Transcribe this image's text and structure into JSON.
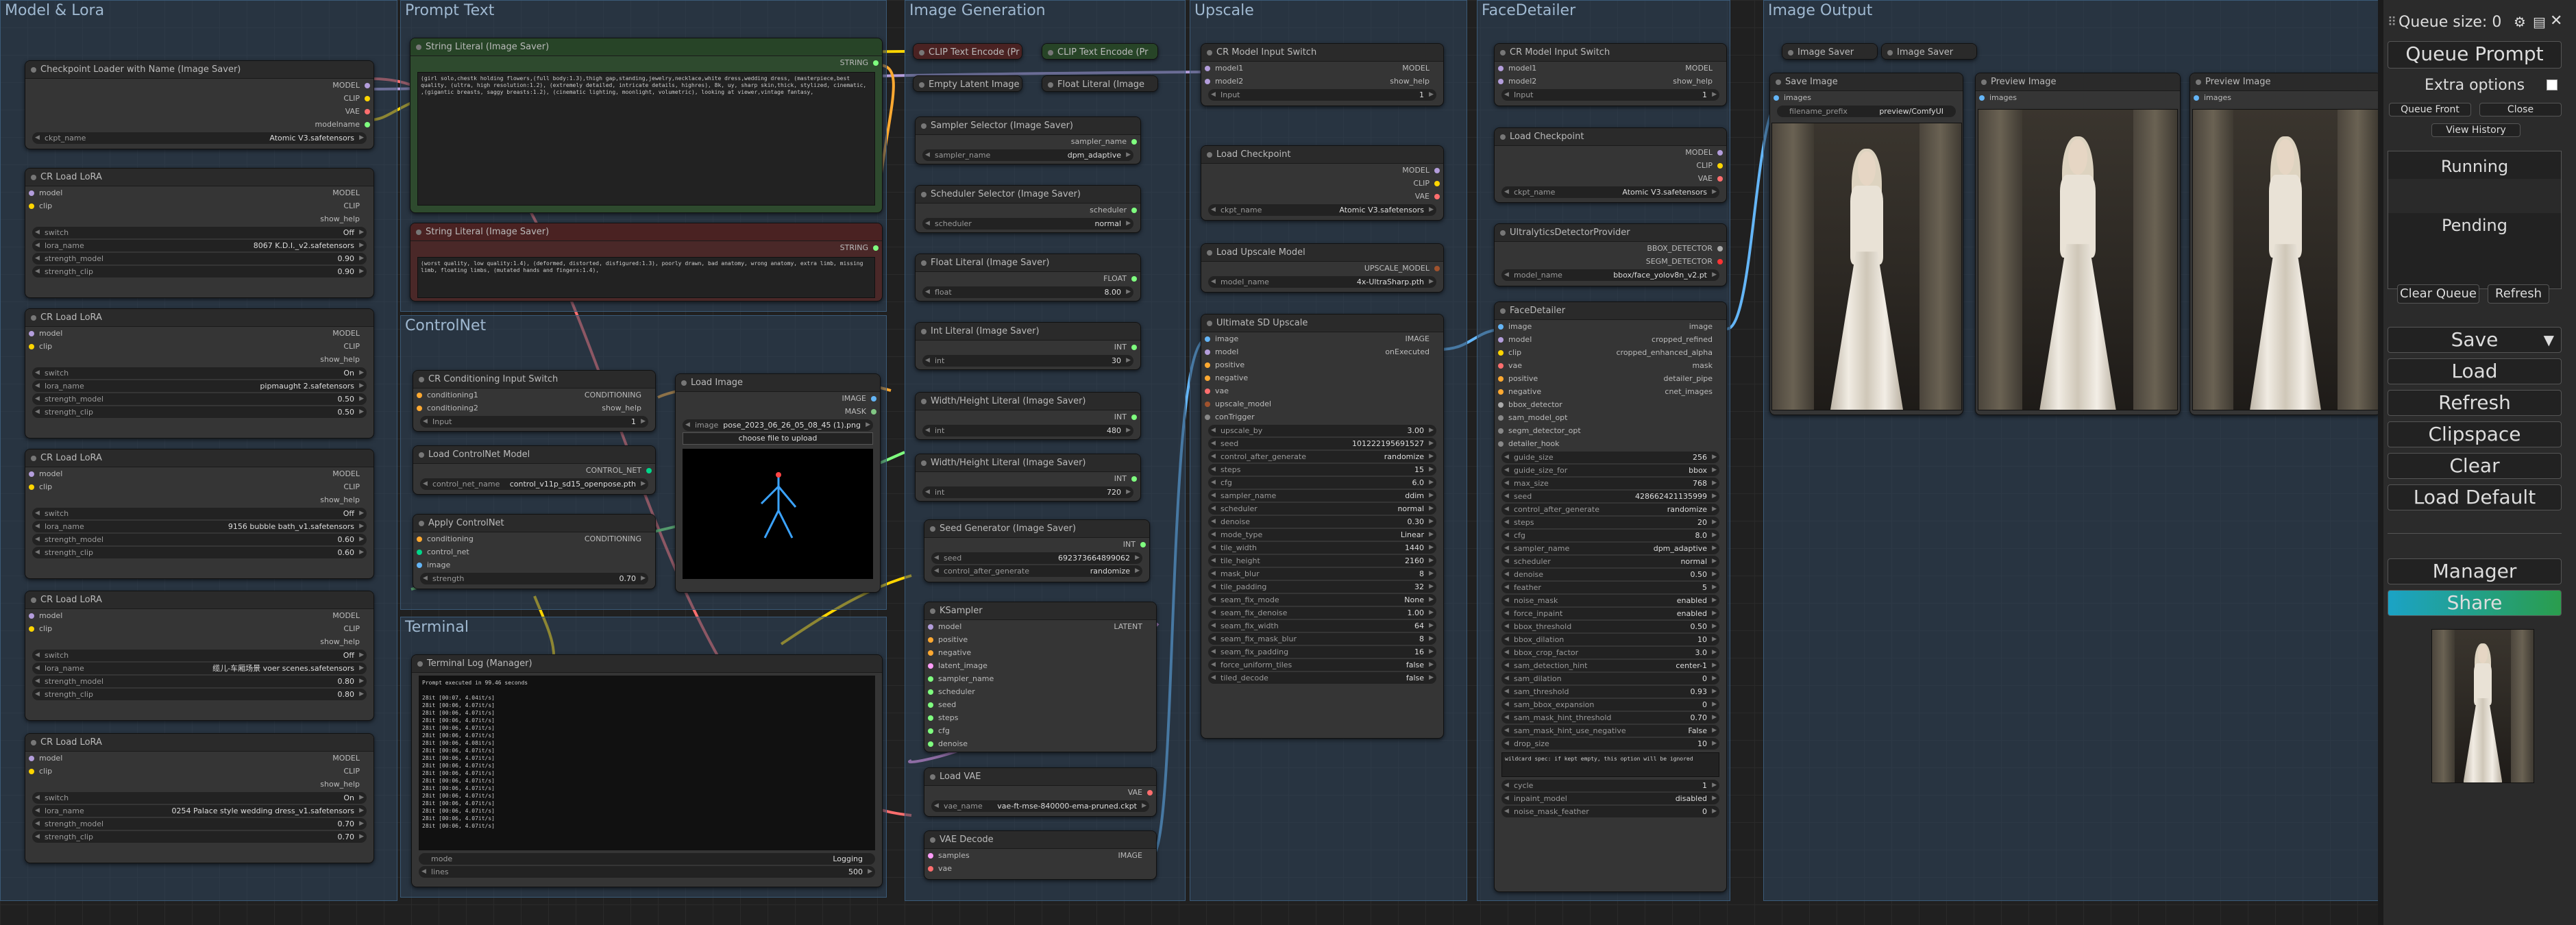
{
  "groups": {
    "model": "Model & Lora",
    "prompt": "Prompt Text",
    "controlnet": "ControlNet",
    "terminal": "Terminal",
    "imagegen": "Image Generation",
    "upscale": "Upscale",
    "facedetailer": "FaceDetailer",
    "output": "Image Output"
  },
  "ckpt_loader": {
    "title": "Checkpoint Loader with Name (Image Saver)",
    "out": [
      "MODEL",
      "CLIP",
      "VAE",
      "modelname"
    ],
    "ckpt_label": "ckpt_name",
    "ckpt_value": "Atomic V3.safetensors"
  },
  "loras": [
    {
      "title": "CR Load LoRA",
      "switch": "Off",
      "lora": "8067 K.D.I._v2.safetensors",
      "sm": "0.90",
      "sc": "0.90"
    },
    {
      "title": "CR Load LoRA",
      "switch": "On",
      "lora": "pipmaught 2.safetensors",
      "sm": "0.50",
      "sc": "0.50"
    },
    {
      "title": "CR Load LoRA",
      "switch": "Off",
      "lora": "9156 bubble bath_v1.safetensors",
      "sm": "0.60",
      "sc": "0.60"
    },
    {
      "title": "CR Load LoRA",
      "switch": "Off",
      "lora": "缆儿-车厢场景 voer scenes.safetensors",
      "sm": "0.80",
      "sc": "0.80"
    },
    {
      "title": "CR Load LoRA",
      "switch": "On",
      "lora": "0254 Palace style wedding dress_v1.safetensors",
      "sm": "0.70",
      "sc": "0.70"
    }
  ],
  "lora_labels": {
    "model": "model",
    "clip": "clip",
    "model_out": "MODEL",
    "clip_out": "CLIP",
    "show_help": "show_help",
    "switch": "switch",
    "lora_name": "lora_name",
    "sm": "strength_model",
    "sc": "strength_clip"
  },
  "pos_prompt": {
    "title": "String Literal (Image Saver)",
    "out": "STRING",
    "text": "(girl solo,chestk holding flowers,(full body:1.3),thigh gap,standing,jewelry,necklace,white dress,wedding dress,  (masterpiece,best quality, (ultra, high resolution:1.2), (extremely detailed, intricate details, highres), 8k, uy, sharp skin,thick, stylized, cinematic, ,(gigantic breasts, saggy breasts:1.2), (cinematic lighting, moonlight, volumetric), looking at viewer,vintage fantasy,"
  },
  "neg_prompt": {
    "title": "String Literal (Image Saver)",
    "out": "STRING",
    "text": "(worst quality, low quality:1.4), (deformed, distorted, disfigured:1.3), poorly drawn, bad anatomy, wrong anatomy, extra limb, missing limb, floating limbs, (mutated hands and fingers:1.4),"
  },
  "cn_switch": {
    "title": "CR Conditioning Input Switch",
    "in1": "conditioning1",
    "in2": "conditioning2",
    "out": "CONDITIONING",
    "help": "show_help",
    "input_label": "Input",
    "input_value": "1"
  },
  "load_cn": {
    "title": "Load ControlNet Model",
    "out": "CONTROL_NET",
    "label": "control_net_name",
    "value": "control_v11p_sd15_openpose.pth"
  },
  "apply_cn": {
    "title": "Apply ControlNet",
    "in": [
      "conditioning",
      "control_net",
      "image"
    ],
    "out": "CONDITIONING",
    "label": "strength",
    "value": "0.70"
  },
  "load_image": {
    "title": "Load Image",
    "out": [
      "IMAGE",
      "MASK"
    ],
    "label": "image",
    "value": "pose_2023_06_26_05_08_45 (1).png",
    "upload": "choose file to upload"
  },
  "terminal": {
    "title": "Terminal Log (Manager)",
    "header": "Prompt executed in 99.46 seconds",
    "lines": [
      "28it [00:07,  4.04it/s]",
      "28it [00:06,  4.07it/s]",
      "28it [00:06,  4.07it/s]",
      "28it [00:06,  4.07it/s]",
      "28it [00:06,  4.07it/s]",
      "28it [00:06,  4.07it/s]",
      "28it [00:06,  4.08it/s]",
      "28it [00:06,  4.07it/s]",
      "28it [00:06,  4.07it/s]",
      "28it [00:06,  4.07it/s]",
      "28it [00:06,  4.07it/s]",
      "28it [00:06,  4.07it/s]",
      "28it [00:06,  4.07it/s]",
      "28it [00:06,  4.07it/s]",
      "28it [00:06,  4.07it/s]",
      "28it [00:06,  4.07it/s]",
      "28it [00:06,  4.07it/s]",
      "28it [00:06,  4.07it/s]"
    ],
    "mode_label": "mode",
    "mode_value": "Logging",
    "lines_label": "lines",
    "lines_value": "500"
  },
  "clip_pos": {
    "title": "CLIP Text Encode (Pr"
  },
  "clip_neg": {
    "title": "CLIP Text Encode (Pr"
  },
  "empty_latent": {
    "title": "Empty Latent Image"
  },
  "float_literal_top": {
    "title": "Float Literal (Image"
  },
  "sampler_sel": {
    "title": "Sampler Selector (Image Saver)",
    "out": "sampler_name",
    "label": "sampler_name",
    "value": "dpm_adaptive"
  },
  "sched_sel": {
    "title": "Scheduler Selector (Image Saver)",
    "out": "scheduler",
    "label": "scheduler",
    "value": "normal"
  },
  "float_lit": {
    "title": "Float Literal (Image Saver)",
    "out": "FLOAT",
    "label": "float",
    "value": "8.00"
  },
  "int_lit": {
    "title": "Int Literal (Image Saver)",
    "out": "INT",
    "label": "int",
    "value": "30"
  },
  "wh1": {
    "title": "Width/Height Literal (Image Saver)",
    "out": "INT",
    "label": "int",
    "value": "480"
  },
  "wh2": {
    "title": "Width/Height Literal (Image Saver)",
    "out": "INT",
    "label": "int",
    "value": "720"
  },
  "seed_gen": {
    "title": "Seed Generator (Image Saver)",
    "out": "INT",
    "seed_label": "seed",
    "seed_value": "692373664899062",
    "cag_label": "control_after_generate",
    "cag_value": "randomize"
  },
  "ksampler": {
    "title": "KSampler",
    "out": "LATENT",
    "in": [
      "model",
      "positive",
      "negative",
      "latent_image",
      "sampler_name",
      "scheduler",
      "seed",
      "steps",
      "cfg",
      "denoise"
    ]
  },
  "load_vae": {
    "title": "Load VAE",
    "out": "VAE",
    "label": "vae_name",
    "value": "vae-ft-mse-840000-ema-pruned.ckpt"
  },
  "vae_decode": {
    "title": "VAE Decode",
    "in": [
      "samples",
      "vae"
    ],
    "out": "IMAGE"
  },
  "up_switch": {
    "title": "CR Model Input Switch",
    "in": [
      "model1",
      "model2"
    ],
    "out": [
      "MODEL",
      "show_help"
    ],
    "label": "Input",
    "value": "1"
  },
  "up_ckpt": {
    "title": "Load Checkpoint",
    "out": [
      "MODEL",
      "CLIP",
      "VAE"
    ],
    "label": "ckpt_name",
    "value": "Atomic V3.safetensors"
  },
  "up_model": {
    "title": "Load Upscale Model",
    "out": "UPSCALE_MODEL",
    "label": "model_name",
    "value": "4x-UltraSharp.pth"
  },
  "usd": {
    "title": "Ultimate SD Upscale",
    "in": [
      "image",
      "model",
      "positive",
      "negative",
      "vae",
      "upscale_model",
      "conTrigger"
    ],
    "out": [
      "IMAGE",
      "onExecuted"
    ],
    "widgets": [
      [
        "upscale_by",
        "3.00"
      ],
      [
        "seed",
        "101222195691527"
      ],
      [
        "control_after_generate",
        "randomize"
      ],
      [
        "steps",
        "15"
      ],
      [
        "cfg",
        "6.0"
      ],
      [
        "sampler_name",
        "ddim"
      ],
      [
        "scheduler",
        "normal"
      ],
      [
        "denoise",
        "0.30"
      ],
      [
        "mode_type",
        "Linear"
      ],
      [
        "tile_width",
        "1440"
      ],
      [
        "tile_height",
        "2160"
      ],
      [
        "mask_blur",
        "8"
      ],
      [
        "tile_padding",
        "32"
      ],
      [
        "seam_fix_mode",
        "None"
      ],
      [
        "seam_fix_denoise",
        "1.00"
      ],
      [
        "seam_fix_width",
        "64"
      ],
      [
        "seam_fix_mask_blur",
        "8"
      ],
      [
        "seam_fix_padding",
        "16"
      ],
      [
        "force_uniform_tiles",
        "false"
      ],
      [
        "tiled_decode",
        "false"
      ]
    ]
  },
  "fd_switch": {
    "title": "CR Model Input Switch",
    "in": [
      "model1",
      "model2"
    ],
    "out": [
      "MODEL",
      "show_help"
    ],
    "label": "Input",
    "value": "1"
  },
  "fd_ckpt": {
    "title": "Load Checkpoint",
    "out": [
      "MODEL",
      "CLIP",
      "VAE"
    ],
    "label": "ckpt_name",
    "value": "Atomic V3.safetensors"
  },
  "ultra": {
    "title": "UltralyticsDetectorProvider",
    "out": [
      "BBOX_DETECTOR",
      "SEGM_DETECTOR"
    ],
    "label": "model_name",
    "value": "bbox/face_yolov8n_v2.pt"
  },
  "fd": {
    "title": "FaceDetailer",
    "in": [
      "image",
      "model",
      "clip",
      "vae",
      "positive",
      "negative",
      "bbox_detector",
      "sam_model_opt",
      "segm_detector_opt",
      "detailer_hook"
    ],
    "out": [
      "image",
      "cropped_refined",
      "cropped_enhanced_alpha",
      "mask",
      "detailer_pipe",
      "cnet_images"
    ],
    "widgets": [
      [
        "guide_size",
        "256"
      ],
      [
        "guide_size_for",
        "bbox"
      ],
      [
        "max_size",
        "768"
      ],
      [
        "seed",
        "428662421135999"
      ],
      [
        "control_after_generate",
        "randomize"
      ],
      [
        "steps",
        "20"
      ],
      [
        "cfg",
        "8.0"
      ],
      [
        "sampler_name",
        "dpm_adaptive"
      ],
      [
        "scheduler",
        "normal"
      ],
      [
        "denoise",
        "0.50"
      ],
      [
        "feather",
        "5"
      ],
      [
        "noise_mask",
        "enabled"
      ],
      [
        "force_inpaint",
        "enabled"
      ],
      [
        "bbox_threshold",
        "0.50"
      ],
      [
        "bbox_dilation",
        "10"
      ],
      [
        "bbox_crop_factor",
        "3.0"
      ],
      [
        "sam_detection_hint",
        "center-1"
      ],
      [
        "sam_dilation",
        "0"
      ],
      [
        "sam_threshold",
        "0.93"
      ],
      [
        "sam_bbox_expansion",
        "0"
      ],
      [
        "sam_mask_hint_threshold",
        "0.70"
      ],
      [
        "sam_mask_hint_use_negative",
        "False"
      ],
      [
        "drop_size",
        "10"
      ]
    ],
    "wildcard": "wildcard spec: if kept empty, this option will be ignored",
    "widgets2": [
      [
        "cycle",
        "1"
      ],
      [
        "inpaint_model",
        "disabled"
      ],
      [
        "noise_mask_feather",
        "0"
      ]
    ]
  },
  "img_saver_a": {
    "title": "Image Saver"
  },
  "img_saver_b": {
    "title": "Image Saver"
  },
  "save_image": {
    "title": "Save Image",
    "in": "images",
    "label": "filename_prefix",
    "value": "preview/ComfyUI"
  },
  "preview1": {
    "title": "Preview Image",
    "in": "images"
  },
  "preview2": {
    "title": "Preview Image",
    "in": "images"
  },
  "panel": {
    "queue_size": "Queue size: 0",
    "queue_prompt": "Queue Prompt",
    "extra": "Extra options",
    "queue_front": "Queue Front",
    "close": "Close",
    "view_history": "View History",
    "running": "Running",
    "pending": "Pending",
    "clear_queue": "Clear Queue",
    "refresh_small": "Refresh",
    "save": "Save",
    "load": "Load",
    "refresh": "Refresh",
    "clipspace": "Clipspace",
    "clear": "Clear",
    "load_default": "Load Default",
    "manager": "Manager",
    "share": "Share"
  },
  "colors": {
    "model": "#b39ddb",
    "clip": "#ffd500",
    "vae": "#ff6e6e",
    "conditioning": "#ffa931",
    "latent": "#ff9cf9",
    "image": "#64b5f6",
    "int": "#7fff7f"
  }
}
